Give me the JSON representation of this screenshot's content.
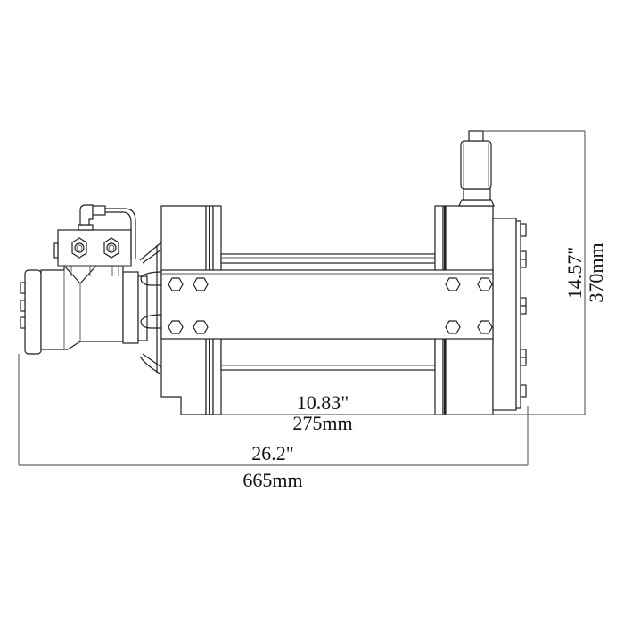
{
  "drawing": {
    "subject": "Hydraulic winch side view",
    "dimensions": {
      "drum_length": {
        "imperial": "10.83\"",
        "metric": "275mm"
      },
      "overall_length": {
        "imperial": "26.2\"",
        "metric": "665mm"
      },
      "overall_height": {
        "imperial": "14.57\"",
        "metric": "370mm"
      }
    },
    "colors": {
      "line": "#222222",
      "dimension_line": "#666666",
      "background": "#ffffff"
    }
  }
}
